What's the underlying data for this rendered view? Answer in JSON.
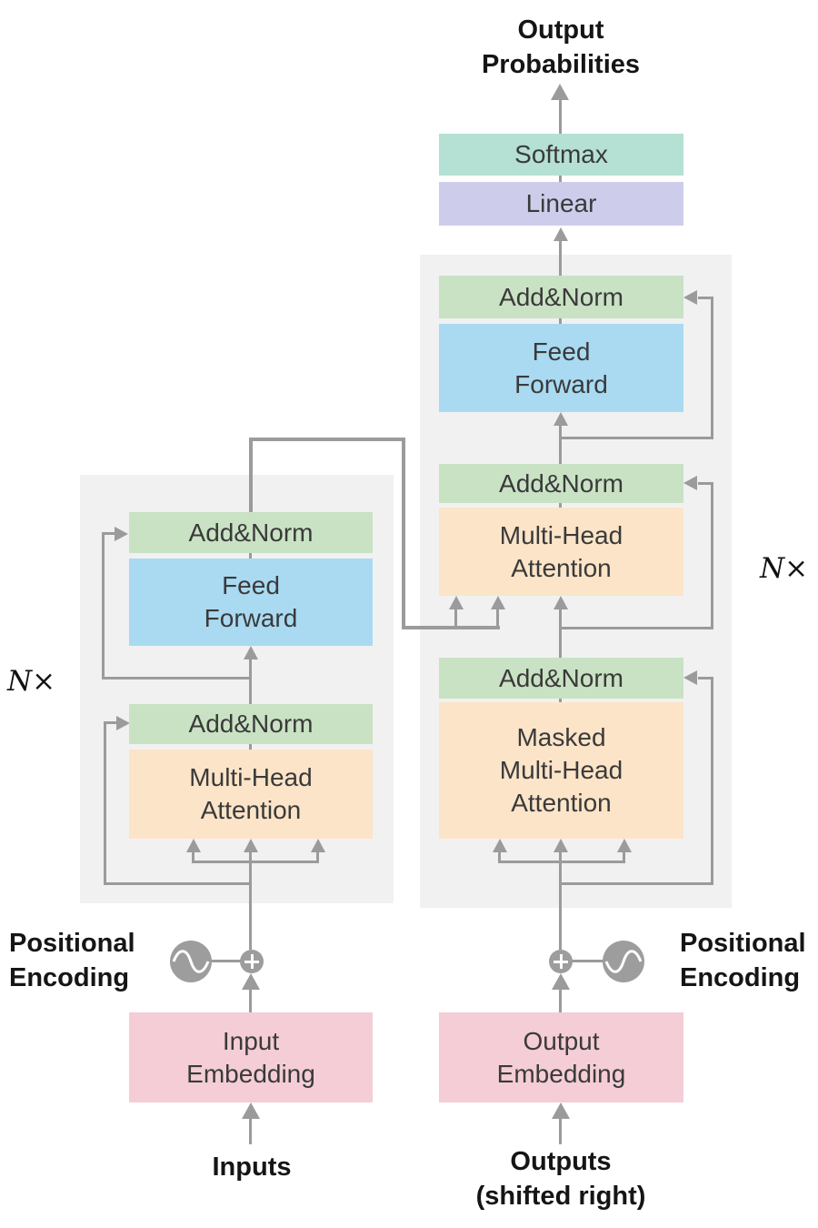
{
  "top": {
    "output_probabilities": "Output\nProbabilities",
    "softmax": "Softmax",
    "linear": "Linear"
  },
  "encoder": {
    "n_times": "N×",
    "add_norm_upper": "Add&Norm",
    "feed_forward": "Feed\nForward",
    "add_norm_lower": "Add&Norm",
    "multi_head_attention": "Multi-Head\nAttention",
    "input_embedding": "Input\nEmbedding",
    "inputs": "Inputs",
    "positional_encoding": "Positional\nEncoding"
  },
  "decoder": {
    "n_times": "N×",
    "add_norm_top": "Add&Norm",
    "feed_forward": "Feed\nForward",
    "add_norm_middle": "Add&Norm",
    "multi_head_attention": "Multi-Head\nAttention",
    "add_norm_bottom": "Add&Norm",
    "masked_multi_head_attention": "Masked\nMulti-Head\nAttention",
    "output_embedding": "Output\nEmbedding",
    "outputs": "Outputs\n(shifted right)",
    "positional_encoding": "Positional\nEncoding"
  },
  "icons": {
    "sine": "sine-wave-icon",
    "plus": "plus-icon"
  },
  "colors": {
    "add_norm": "#c9e2c4",
    "feed_forward": "#a9daf2",
    "attention": "#fce4c8",
    "embedding": "#f4cdd6",
    "softmax": "#b5e0d4",
    "linear": "#cdcdeb",
    "panel": "#f1f1f1",
    "arrow": "#9b9b9b",
    "circle": "#9d9d9d"
  }
}
